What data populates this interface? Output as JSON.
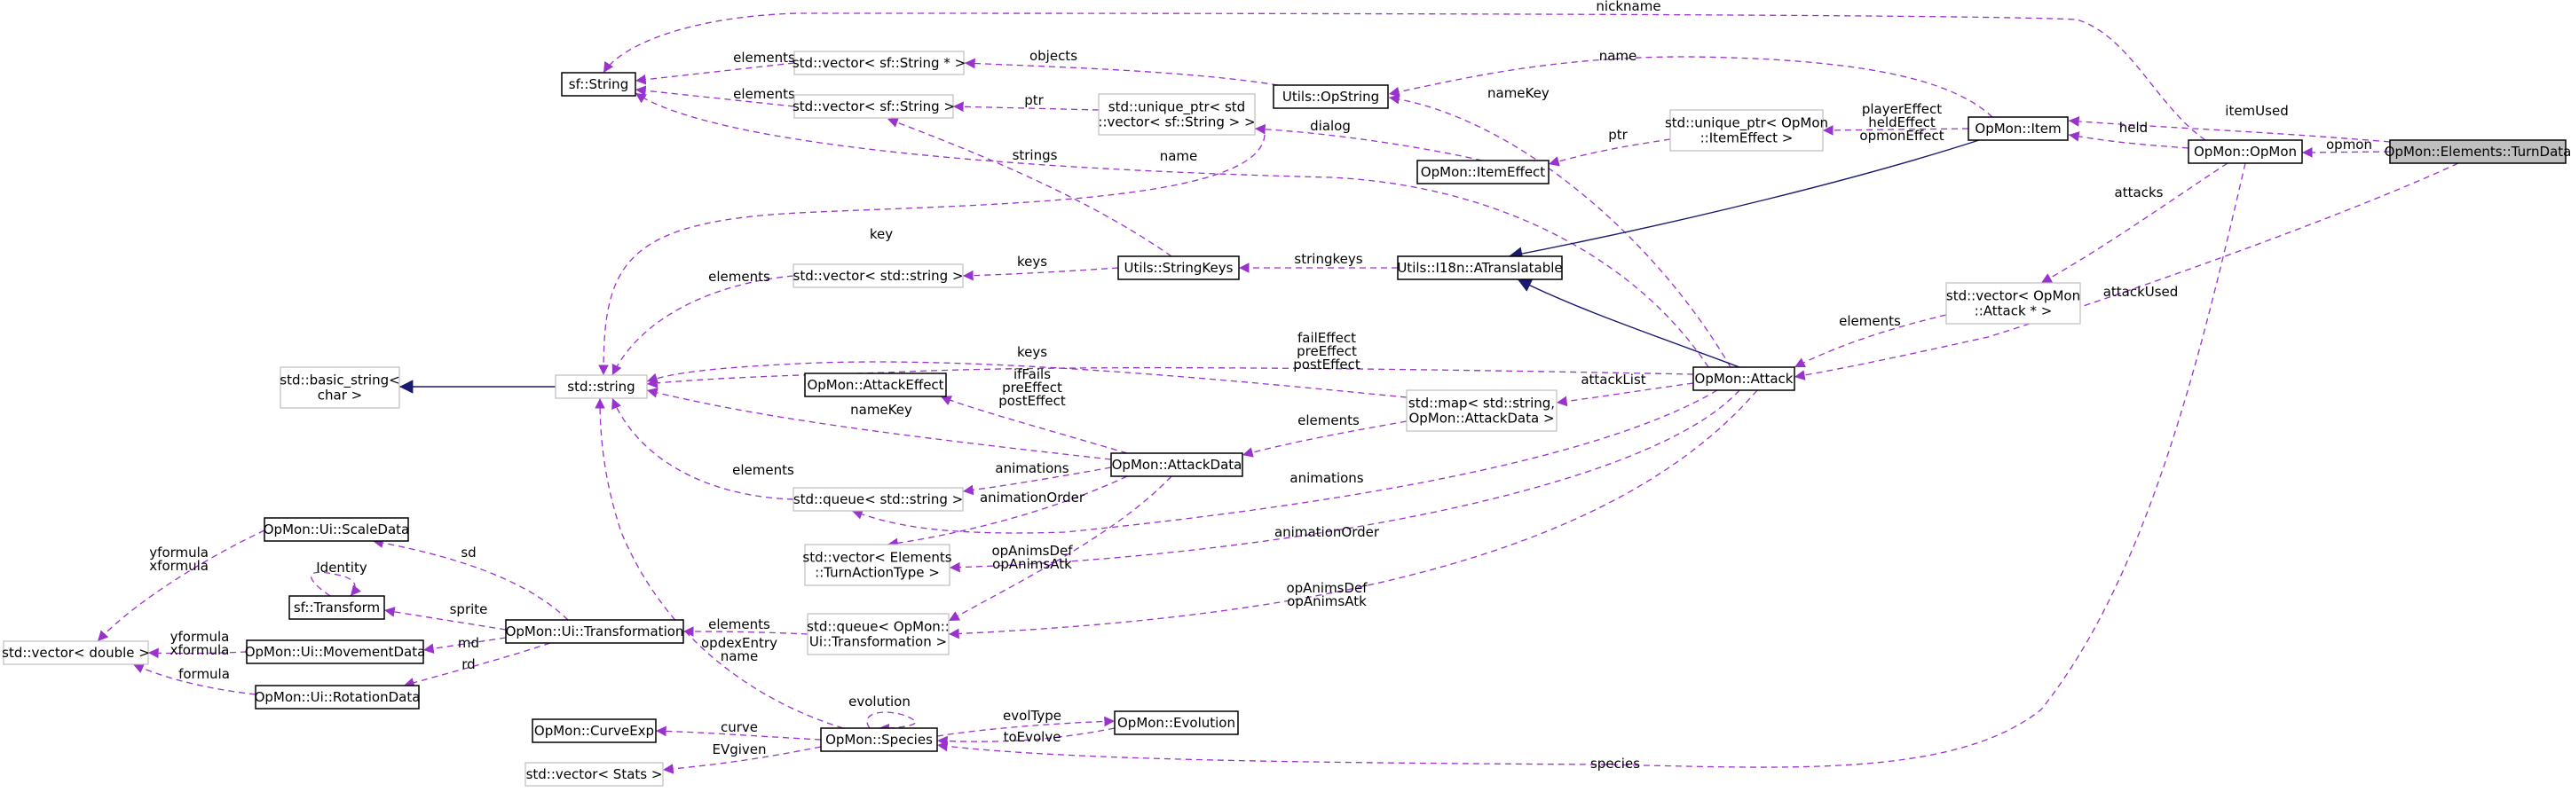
{
  "colors": {
    "background": "#ffffff",
    "usage_edge": "#9a32cd",
    "inheritance_edge": "#191970",
    "documented_border": "#000000",
    "undocumented_border": "#bfbfbf",
    "highlight_fill": "#bfbfbf"
  },
  "nodes": {
    "sf_string": [
      "sf::String"
    ],
    "vec_sfstring_ptr": [
      "std::vector< sf::String * >"
    ],
    "vec_sfstring": [
      "std::vector< sf::String >"
    ],
    "utils_opstring": [
      "Utils::OpString"
    ],
    "uptr_vec_sfstring": [
      "std::unique_ptr< std",
      "::vector< sf::String > >"
    ],
    "uptr_itemeffect": [
      "std::unique_ptr< OpMon",
      "::ItemEffect >"
    ],
    "opmon_item": [
      "OpMon::Item"
    ],
    "opmon_opmon": [
      "OpMon::OpMon"
    ],
    "turndata": [
      "OpMon::Elements::TurnData"
    ],
    "opmon_itemeffect": [
      "OpMon::ItemEffect"
    ],
    "vec_string": [
      "std::vector< std::string >"
    ],
    "utils_stringkeys": [
      "Utils::StringKeys"
    ],
    "atranslatable": [
      "Utils::I18n::ATranslatable"
    ],
    "vec_attack_ptr": [
      "std::vector< OpMon",
      "::Attack * >"
    ],
    "basic_string": [
      "std::basic_string<",
      "char >"
    ],
    "std_string": [
      "std::string"
    ],
    "attackeffect": [
      "OpMon::AttackEffect"
    ],
    "map_attackdata": [
      "std::map< std::string,",
      "OpMon::AttackData >"
    ],
    "opmon_attack": [
      "OpMon::Attack"
    ],
    "attackdata": [
      "OpMon::AttackData"
    ],
    "queue_string": [
      "std::queue< std::string >"
    ],
    "vec_turnactiontype": [
      "std::vector< Elements",
      "::TurnActionType >"
    ],
    "scaledata": [
      "OpMon::Ui::ScaleData"
    ],
    "sf_transform": [
      "sf::Transform"
    ],
    "transformation": [
      "OpMon::Ui::Transformation"
    ],
    "queue_transformation": [
      "std::queue< OpMon::",
      "Ui::Transformation >"
    ],
    "vec_double": [
      "std::vector< double >"
    ],
    "movementdata": [
      "OpMon::Ui::MovementData"
    ],
    "rotationdata": [
      "OpMon::Ui::RotationData"
    ],
    "curveexp": [
      "OpMon::CurveExp"
    ],
    "species": [
      "OpMon::Species"
    ],
    "evolution": [
      "OpMon::Evolution"
    ],
    "vec_stats": [
      "std::vector< Stats >"
    ]
  },
  "edge_labels": {
    "nickname": [
      "nickname"
    ],
    "elements_vec_sfstring_ptr": [
      "elements"
    ],
    "objects": [
      "objects"
    ],
    "name_opstring": [
      "name"
    ],
    "itemUsed": [
      "itemUsed"
    ],
    "elements_vec_sfstring": [
      "elements"
    ],
    "ptr_vec": [
      "ptr"
    ],
    "nameKey_attack": [
      "nameKey"
    ],
    "playerEffect": [
      "playerEffect",
      "heldEffect",
      "opmonEffect"
    ],
    "held": [
      "held"
    ],
    "opmon": [
      "opmon"
    ],
    "dialog": [
      "dialog"
    ],
    "strings": [
      "strings"
    ],
    "name_attack": [
      "name"
    ],
    "ptr_itemeffect": [
      "ptr"
    ],
    "attacks": [
      "attacks"
    ],
    "key": [
      "key"
    ],
    "keys_stringkeys": [
      "keys"
    ],
    "stringkeys": [
      "stringkeys"
    ],
    "attackUsed": [
      "attackUsed"
    ],
    "elements_vec_string": [
      "elements"
    ],
    "elements_vec_attack": [
      "elements"
    ],
    "failEffect": [
      "failEffect",
      "preEffect",
      "postEffect"
    ],
    "keys_map": [
      "keys"
    ],
    "ifFails": [
      "ifFails",
      "preEffect",
      "postEffect"
    ],
    "attackList": [
      "attackList"
    ],
    "nameKey_attackdata": [
      "nameKey"
    ],
    "elements_map": [
      "elements"
    ],
    "elements_queue_string": [
      "elements"
    ],
    "animations_ad": [
      "animations"
    ],
    "animationOrder_ad": [
      "animationOrder"
    ],
    "animations_attack": [
      "animations"
    ],
    "sd": [
      "sd"
    ],
    "yformula_scale": [
      "yformula",
      "xformula"
    ],
    "identity": [
      "Identity"
    ],
    "opAnims_ad": [
      "opAnimsDef",
      "opAnimsAtk"
    ],
    "animationOrder_attack": [
      "animationOrder"
    ],
    "sprite": [
      "sprite"
    ],
    "yformula_move": [
      "yformula",
      "xformula"
    ],
    "md": [
      "md"
    ],
    "elements_queue_transf": [
      "elements"
    ],
    "formula": [
      "formula"
    ],
    "opdexEntry": [
      "opdexEntry",
      "name"
    ],
    "opAnims_attack": [
      "opAnimsDef",
      "opAnimsAtk"
    ],
    "rd": [
      "rd"
    ],
    "evolution": [
      "evolution"
    ],
    "evolType": [
      "evolType"
    ],
    "curve": [
      "curve"
    ],
    "toEvolve": [
      "toEvolve"
    ],
    "EVgiven": [
      "EVgiven"
    ],
    "species": [
      "species"
    ]
  }
}
